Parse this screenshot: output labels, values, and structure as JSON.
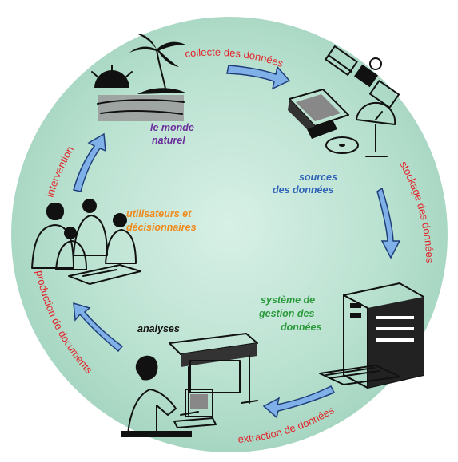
{
  "diagram": {
    "nodes": [
      {
        "id": "monde",
        "lines": [
          "le monde",
          "naturel"
        ],
        "color": "#6b2f9b"
      },
      {
        "id": "sources",
        "lines": [
          "sources",
          "des données"
        ],
        "color": "#2f64b8"
      },
      {
        "id": "sgbd",
        "lines": [
          "système de",
          "gestion des",
          "données"
        ],
        "color": "#2a9a3a"
      },
      {
        "id": "analyses",
        "lines": [
          "analyses"
        ],
        "color": "#111111"
      },
      {
        "id": "utilisateurs",
        "lines": [
          "utilisateurs et",
          "décisionnaires"
        ],
        "color": "#f08a1c"
      }
    ],
    "flows": [
      {
        "id": "collecte",
        "label": "collecte des données"
      },
      {
        "id": "stockage",
        "label": "stockage des données"
      },
      {
        "id": "extraction",
        "label": "extraction de données"
      },
      {
        "id": "production",
        "label": "production de documents"
      },
      {
        "id": "intervention",
        "label": "intervention"
      }
    ],
    "colors": {
      "circle_fill": "#bfe4d4",
      "circle_edge": "#e2f4ec",
      "flow_label": "#e3242b",
      "arrow_fill": "#7fb0e8",
      "arrow_stroke": "#1f3f7a"
    }
  }
}
